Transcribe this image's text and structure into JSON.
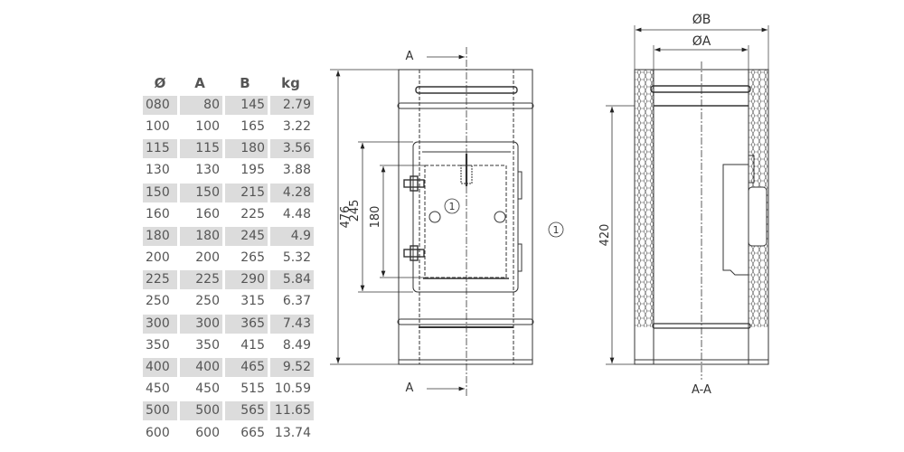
{
  "table": {
    "headers": [
      "Ø",
      "A",
      "B",
      "kg"
    ],
    "rows": [
      [
        "080",
        "80",
        "145",
        "2.79"
      ],
      [
        "100",
        "100",
        "165",
        "3.22"
      ],
      [
        "115",
        "115",
        "180",
        "3.56"
      ],
      [
        "130",
        "130",
        "195",
        "3.88"
      ],
      [
        "150",
        "150",
        "215",
        "4.28"
      ],
      [
        "160",
        "160",
        "225",
        "4.48"
      ],
      [
        "180",
        "180",
        "245",
        "4.9"
      ],
      [
        "200",
        "200",
        "265",
        "5.32"
      ],
      [
        "225",
        "225",
        "290",
        "5.84"
      ],
      [
        "250",
        "250",
        "315",
        "6.37"
      ],
      [
        "300",
        "300",
        "365",
        "7.43"
      ],
      [
        "350",
        "350",
        "415",
        "8.49"
      ],
      [
        "400",
        "400",
        "465",
        "9.52"
      ],
      [
        "450",
        "450",
        "515",
        "10.59"
      ],
      [
        "500",
        "500",
        "565",
        "11.65"
      ],
      [
        "600",
        "600",
        "665",
        "13.74"
      ]
    ]
  },
  "front_view": {
    "section_mark_top": "A",
    "section_mark_bottom": "A",
    "dim_total": "476",
    "dim_door_outer": "245",
    "dim_door_inner": "180",
    "callout_inner": "1",
    "callout_outer": "1"
  },
  "section_view": {
    "dim_outer": "ØB",
    "dim_inner": "ØA",
    "dim_height": "420",
    "label": "A-A"
  }
}
